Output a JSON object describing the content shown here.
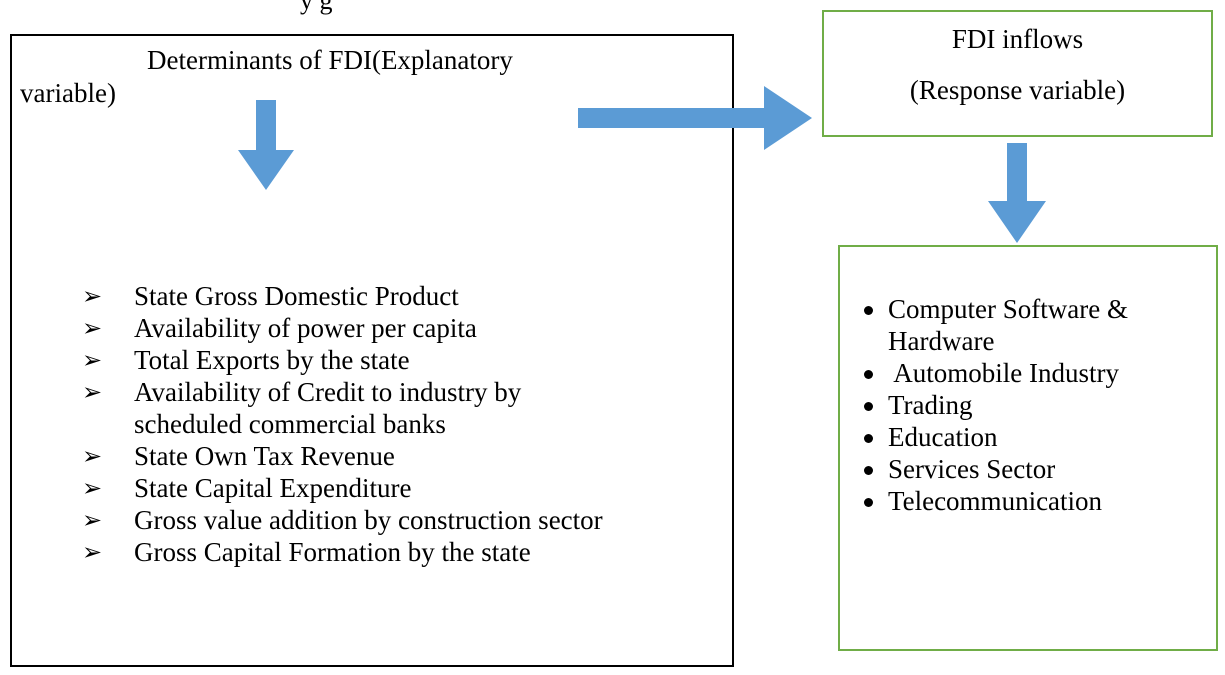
{
  "caption": "y                                    g",
  "explanatory_box": {
    "title_line1": "Determinants of FDI(Explanatory",
    "title_line2": "variable)",
    "determinants": [
      "State Gross Domestic Product",
      "Availability of power per capita",
      "Total Exports by the state",
      "Availability of Credit to industry by",
      "scheduled commercial banks",
      "State Own Tax Revenue",
      "State Capital Expenditure",
      "Gross value addition by construction sector",
      "Gross Capital Formation by the state"
    ],
    "bullet_marker": "➢"
  },
  "response_box": {
    "line1": "FDI inflows",
    "line2": "(Response variable)"
  },
  "sectors_box": {
    "sectors": [
      "Computer Software &",
      "Hardware",
      " Automobile Industry",
      "Trading",
      "Education",
      "Services Sector",
      "Telecommunication"
    ]
  },
  "colors": {
    "arrow": "#5b9bd5",
    "green_border": "#70ad47",
    "black_border": "#000000"
  },
  "icons": [
    "arrow-down-icon",
    "arrow-right-icon",
    "arrow-down-icon"
  ]
}
